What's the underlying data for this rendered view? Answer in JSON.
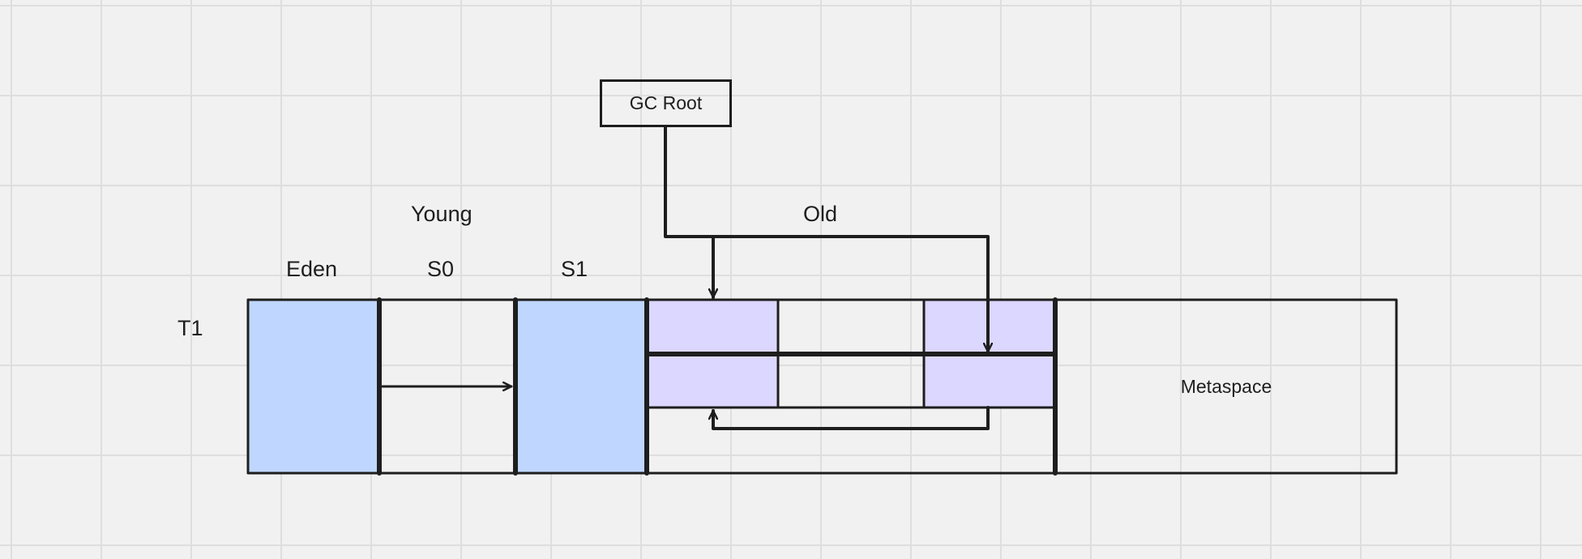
{
  "diagram": {
    "title_labels": {
      "young": "Young",
      "old": "Old"
    },
    "row_label": "T1",
    "region_labels": {
      "eden": "Eden",
      "s0": "S0",
      "s1": "S1",
      "metaspace": "Metaspace"
    },
    "gc_root": "GC Root",
    "colors": {
      "young_occupied": "#bfd7ff",
      "old_occupied": "#dcd7ff",
      "stroke": "#1e1e1e",
      "grid": "#dedede",
      "background": "#f1f1f1"
    }
  }
}
